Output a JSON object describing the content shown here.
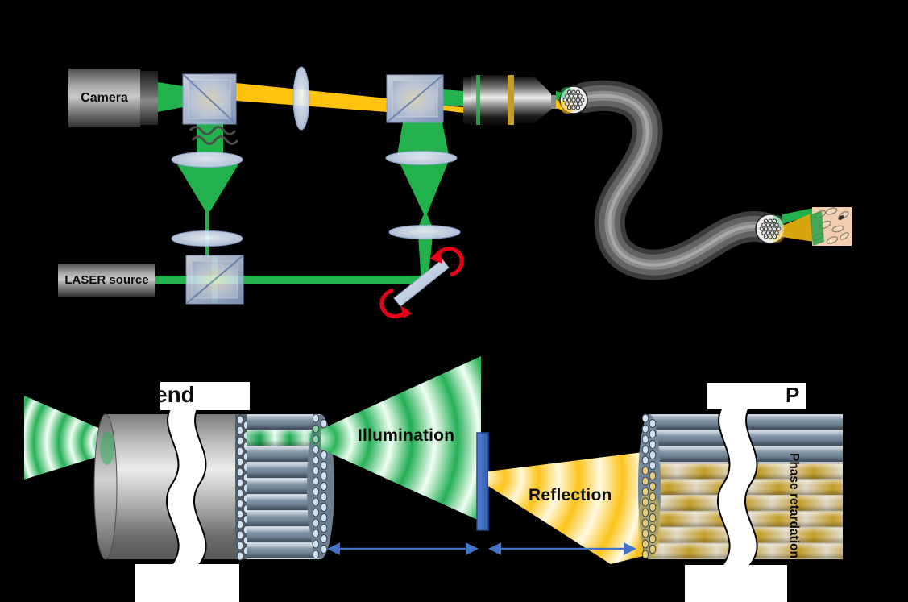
{
  "labels": {
    "camera": "Camera",
    "laser_source": "LASER source",
    "illumination": "Illumination",
    "reflection": "Reflection",
    "phase_retardation": "Phase retardation",
    "left_box_partial_text": "end",
    "right_box_partial_text": "P"
  },
  "colors": {
    "background": "#000000",
    "beam_green": "#22b14c",
    "beam_yellow": "#ffc20e",
    "optics_blue": "#bccbe8",
    "dimension_arrow_blue": "#4472c4",
    "rotation_arrow_red": "#e50019",
    "sample_bar_blue": "#4472c4",
    "fiber_cable_gray": "#4d4d4d",
    "phase_gold_stripe": "#c7a22c",
    "fiber_tube_blue_gray": "#76889c",
    "tissue_peach": "#f3cdb1"
  }
}
